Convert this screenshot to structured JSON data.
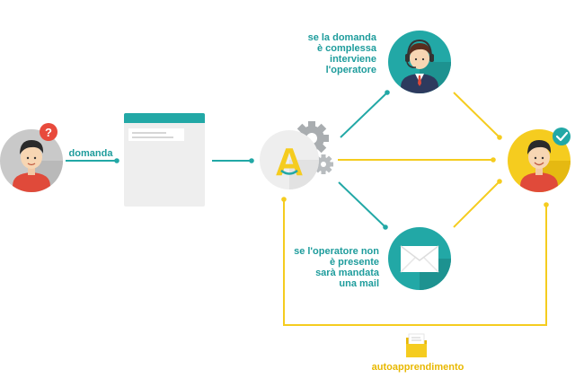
{
  "labels": {
    "domanda": "domanda",
    "operator_complex": [
      "se la domanda",
      "è complessa",
      "interviene",
      "l'operatore"
    ],
    "operator_absent": [
      "se l'operatore non",
      "è presente",
      "sarà mandata",
      "una mail"
    ],
    "autoapprendimento": "autoapprendimento"
  },
  "badges": {
    "question": "?",
    "logo_letter": "A"
  },
  "colors": {
    "teal": "#22a8a6",
    "teal_dark": "#1e9c9c",
    "yellow": "#f5cc1f",
    "red": "#e84a3c",
    "gray_circle": "#c9c9c9",
    "window_bg": "#eeeeee",
    "gear": "#a9adb0"
  },
  "icons": [
    "question-icon",
    "check-icon",
    "gear-icon",
    "headset-icon",
    "envelope-icon",
    "folder-icon"
  ]
}
